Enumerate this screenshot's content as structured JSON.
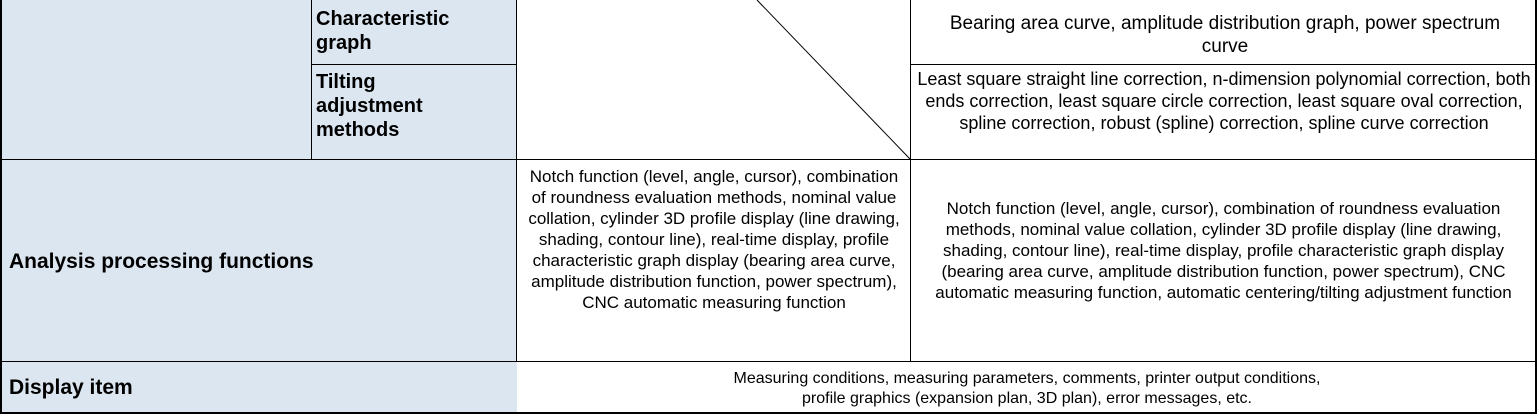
{
  "table": {
    "rows": {
      "characteristic_graph": {
        "label": "Characteristic graph",
        "value": "Bearing area curve, amplitude distribution graph, power spectrum curve"
      },
      "tilting_adjustment": {
        "label": "Tilting adjustment methods",
        "value": "Least square straight line correction, n-dimension polynomial correction, both ends correction, least square circle correction, least square oval correction, spline correction, robust (spline) correction, spline curve correction"
      },
      "analysis_processing": {
        "label": "Analysis processing functions",
        "value_left": "Notch function (level, angle, cursor), combination of roundness evaluation methods, nominal value collation, cylinder 3D profile display (line drawing, shading, contour line), real-time display, profile characteristic graph display (bearing area curve, amplitude distribution function, power spectrum), CNC automatic measuring function",
        "value_right": "Notch function (level, angle, cursor), combination of roundness evaluation methods, nominal value collation, cylinder 3D profile display (line drawing, shading, contour line), real-time display, profile characteristic graph display (bearing area curve, amplitude distribution function, power spectrum), CNC automatic measuring function, automatic centering/tilting adjustment function"
      },
      "display_item": {
        "label": "Display item",
        "value_line1": "Measuring conditions, measuring parameters, comments, printer output conditions,",
        "value_line2": "profile graphics (expansion plan, 3D plan), error messages, etc."
      }
    },
    "colors": {
      "header_bg": "#dce6f1",
      "border": "#000000"
    }
  }
}
